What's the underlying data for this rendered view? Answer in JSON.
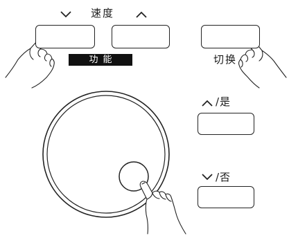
{
  "labels": {
    "speed": "速度",
    "function": "功能",
    "switch": "切换",
    "yes_label": "/是",
    "no_label": "/否"
  },
  "icons": {
    "speed_down": "chevron-down-icon",
    "speed_up": "chevron-up-icon",
    "yes": "chevron-up-icon",
    "no": "chevron-down-icon"
  },
  "colors": {
    "line": "#222222",
    "badge_bg": "#111111",
    "badge_text": "#ffffff"
  }
}
